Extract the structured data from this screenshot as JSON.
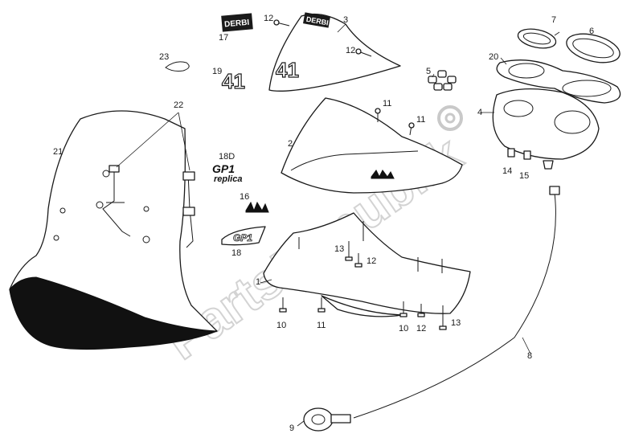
{
  "labels": {
    "p1": "1",
    "p2": "2",
    "p3": "3",
    "p4": "4",
    "p5": "5",
    "p6": "6",
    "p7": "7",
    "p8": "8",
    "p9": "9",
    "p10a": "10",
    "p10b": "10",
    "p11a": "11",
    "p11b": "11",
    "p11c": "11",
    "p12a": "12",
    "p12b": "12",
    "p12c": "12",
    "p12d": "12",
    "p13a": "13",
    "p13b": "13",
    "p14": "14",
    "p15": "15",
    "p16": "16",
    "p17": "17",
    "p18": "18",
    "p18d": "18D",
    "p19": "19",
    "p20": "20",
    "p21": "21",
    "p22": "22",
    "p23": "23"
  },
  "decals": {
    "derbi_badge": "DERBI",
    "number_41": "41",
    "gpi_replica_line1": "GP1",
    "gpi_replica_line2": "replica",
    "gpi_small": "GP1"
  },
  "watermark": "PartsRepublik",
  "colors": {
    "line": "#1a1a1a",
    "watermark": "#c9c9c9",
    "background": "#ffffff"
  }
}
